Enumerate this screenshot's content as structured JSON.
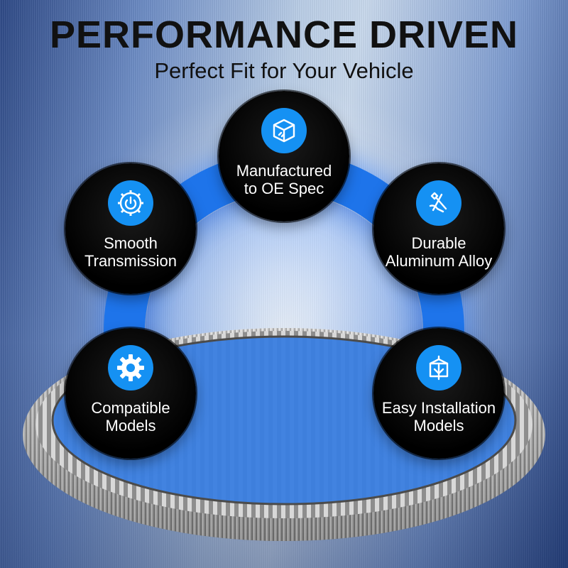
{
  "header": {
    "title": "PERFORMANCE DRIVEN",
    "subtitle": "Perfect Fit for Your Vehicle"
  },
  "features": [
    {
      "icon": "cube-icon",
      "line1": "Manufactured",
      "line2": "to OE Spec"
    },
    {
      "icon": "power-gear-icon",
      "line1": "Smooth",
      "line2": "Transmission"
    },
    {
      "icon": "wrench-hand-icon",
      "line1": "Durable",
      "line2": "Aluminum Alloy"
    },
    {
      "icon": "gear-icon",
      "line1": "Compatible",
      "line2": "Models"
    },
    {
      "icon": "install-box-icon",
      "line1": "Easy Installation",
      "line2": "Models"
    }
  ],
  "colors": {
    "accent_blue": "#1e74ea",
    "icon_blue": "#1591f3",
    "badge_black": "#000000",
    "text_dark": "#111111"
  }
}
